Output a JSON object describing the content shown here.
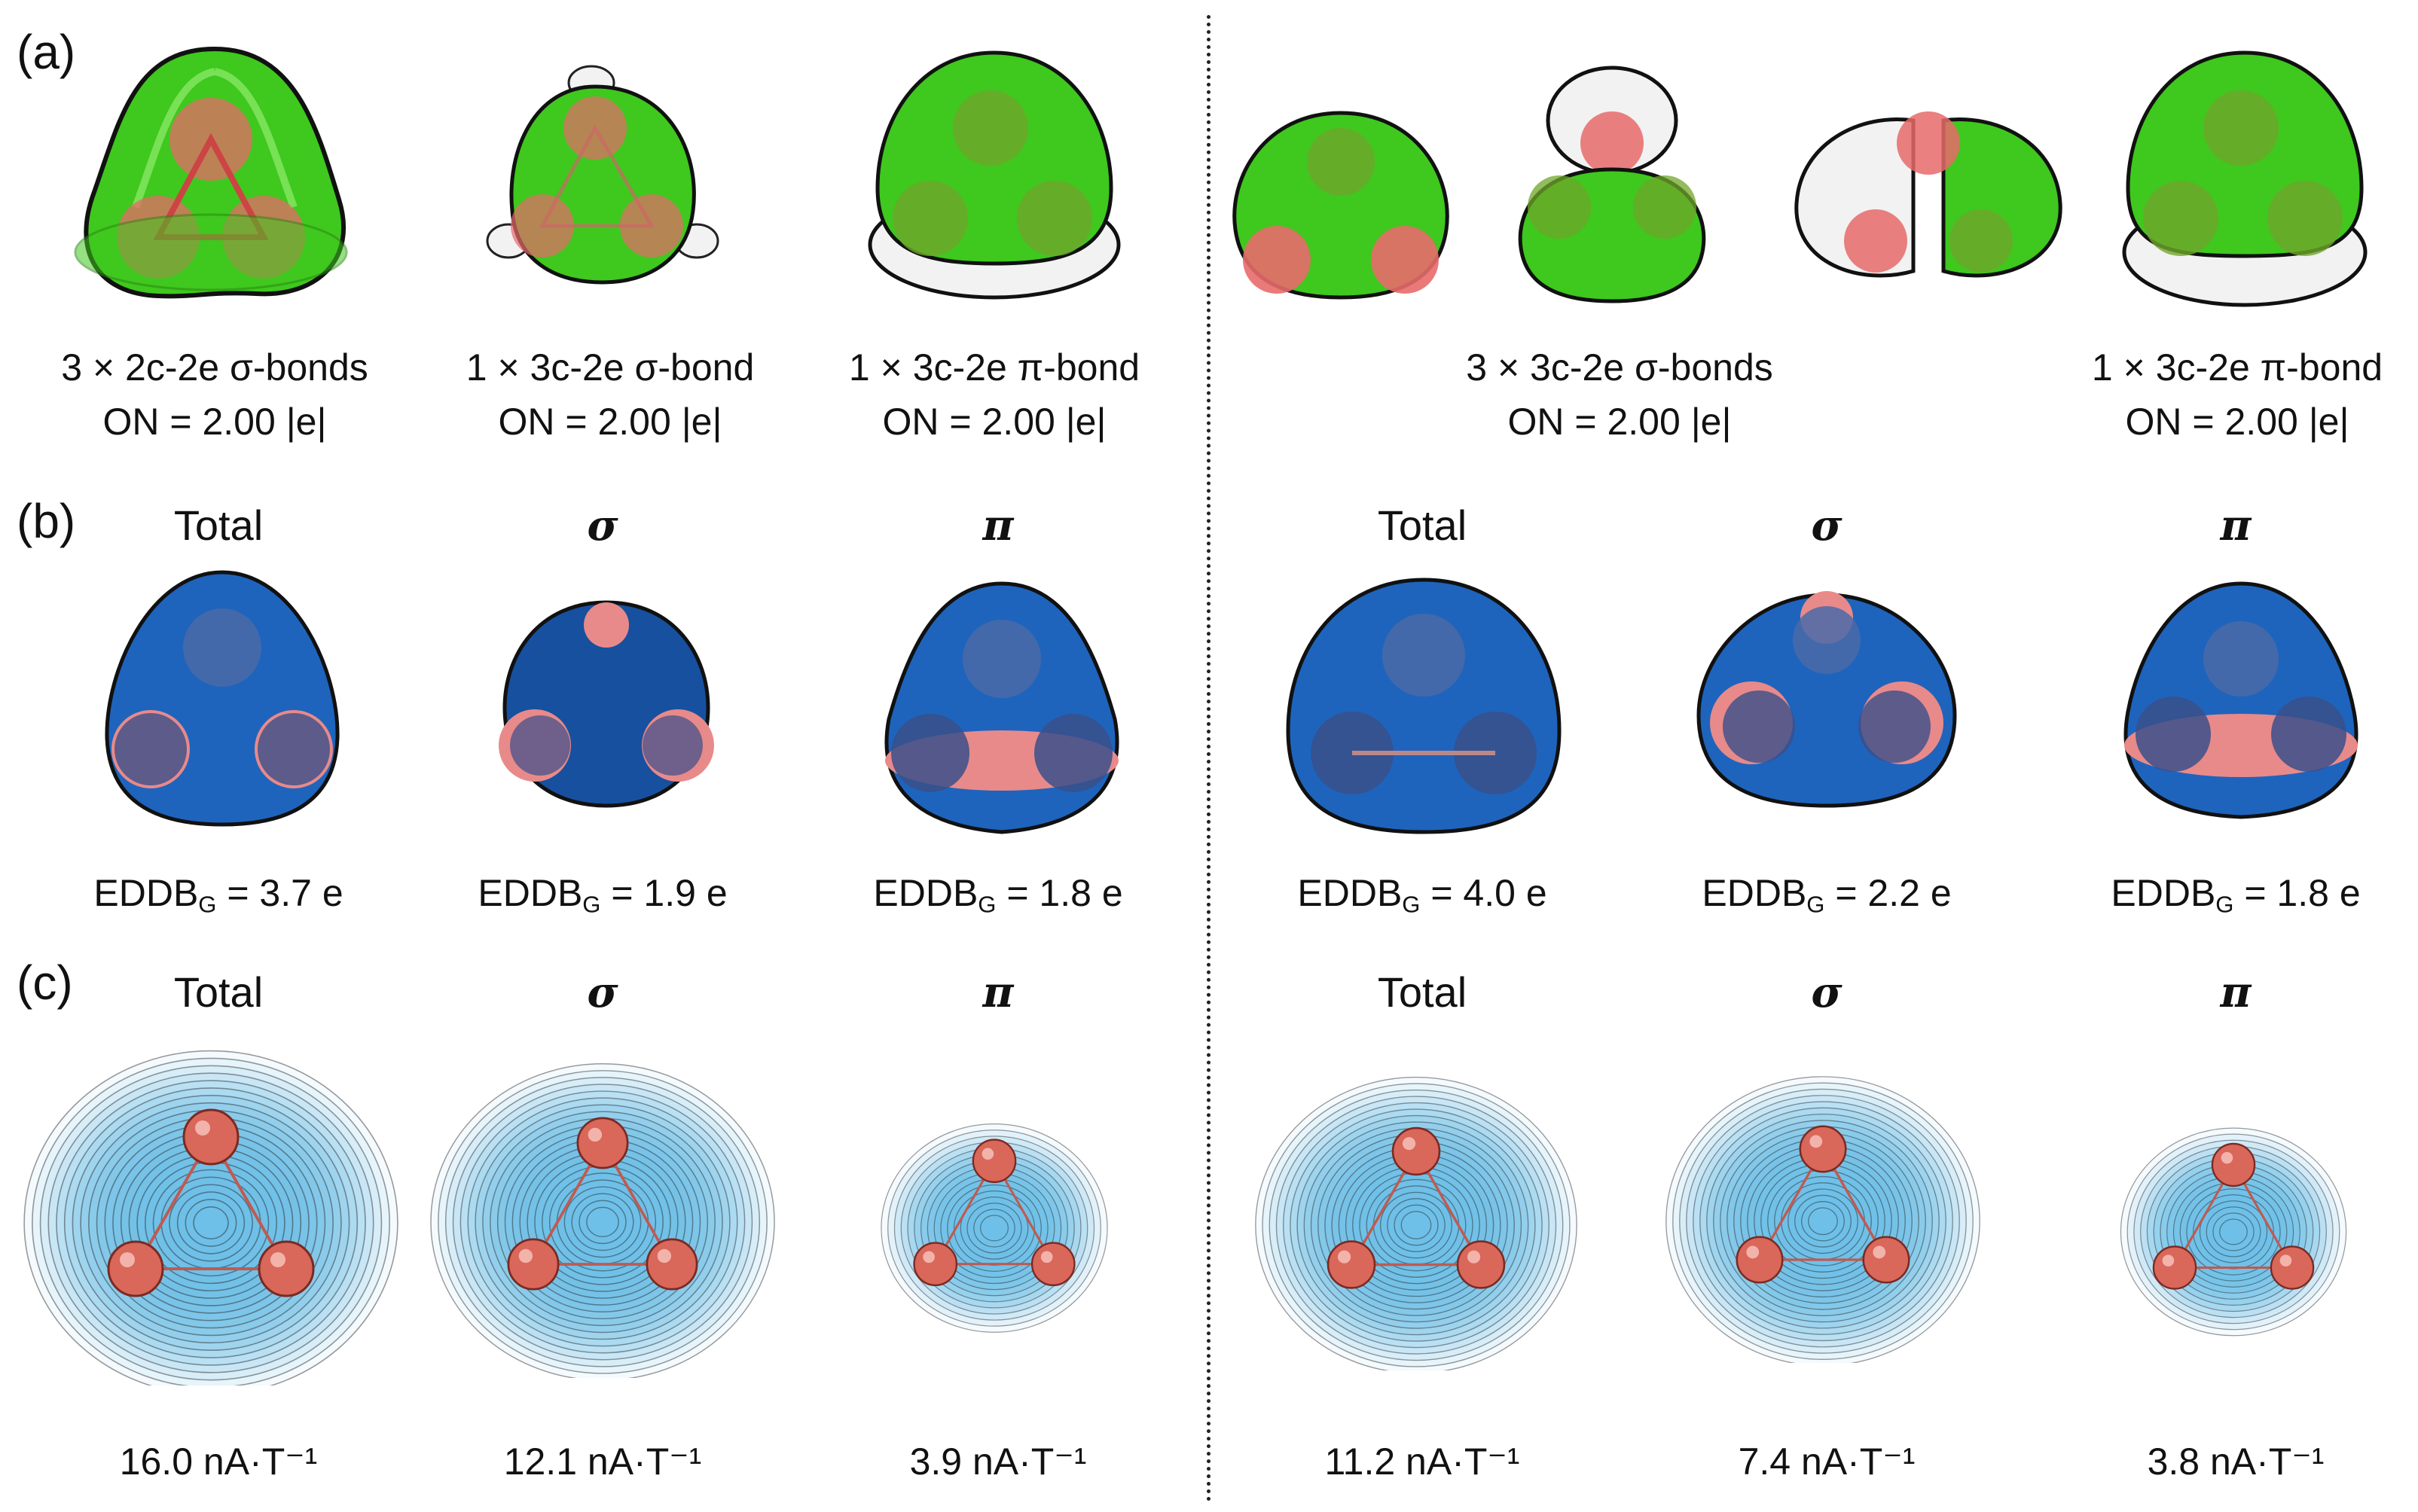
{
  "panels": {
    "a": "(a)",
    "b": "(b)",
    "c": "(c)"
  },
  "row_a": {
    "left": [
      {
        "line1": "3 × 2c-2e σ-bonds",
        "line2": "ON = 2.00 |e|"
      },
      {
        "line1": "1 × 3c-2e σ-bond",
        "line2": "ON = 2.00 |e|"
      },
      {
        "line1": "1 × 3c-2e π-bond",
        "line2": "ON = 2.00 |e|"
      }
    ],
    "right": [
      {
        "line1": "3 × 3c-2e σ-bonds",
        "line2": "ON = 2.00 |e|"
      },
      {
        "line1": "1 × 3c-2e π-bond",
        "line2": "ON = 2.00 |e|"
      }
    ]
  },
  "row_b": {
    "headers": [
      "Total",
      "σ",
      "π",
      "Total",
      "σ",
      "π"
    ],
    "eddb_prefix": "EDDB",
    "eddb_sub": "G",
    "values": [
      "= 3.7 e",
      "= 1.9 e",
      "= 1.8 e",
      "= 4.0 e",
      "= 2.2 e",
      "= 1.8 e"
    ]
  },
  "row_c": {
    "headers": [
      "Total",
      "σ",
      "π",
      "Total",
      "σ",
      "π"
    ],
    "currents": [
      "16.0 nA·T⁻¹",
      "12.1 nA·T⁻¹",
      "3.9 nA·T⁻¹",
      "11.2 nA·T⁻¹",
      "7.4 nA·T⁻¹",
      "3.8 nA·T⁻¹"
    ]
  },
  "colors": {
    "orbital_green": "#3fc81e",
    "orbital_white": "#f2f2f2",
    "atom_red": "#e86a6a",
    "eddb_blue": "#1e64bd",
    "current_blue": "#6fc0e8",
    "current_atom": "#d9675a"
  }
}
